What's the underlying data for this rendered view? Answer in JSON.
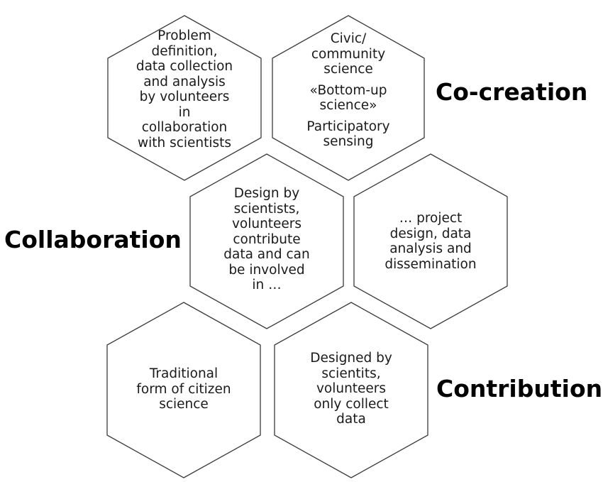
{
  "labels": {
    "co_creation": "Co-creation",
    "collaboration": "Collaboration",
    "contribution": "Contribution"
  },
  "hexagons": {
    "cocreation_definition": {
      "lines": [
        "Problem",
        "definition,",
        "data collection",
        "and analysis",
        "by volunteers",
        "in",
        "collaboration",
        "with scientists"
      ]
    },
    "cocreation_examples": {
      "line1": "Civic/",
      "line2": "community",
      "line3": "science",
      "line4": "«Bottom-up",
      "line5": "science»",
      "line6": "Participatory",
      "line7": "sensing"
    },
    "collaboration_definition": {
      "lines": [
        "Design by",
        "scientists,",
        "volunteers",
        "contribute",
        "data and can",
        "be involved",
        "in …"
      ]
    },
    "collaboration_continuation": {
      "lines": [
        "… project",
        "design, data",
        "analysis and",
        "dissemination"
      ]
    },
    "contribution_traditional": {
      "lines": [
        "Traditional",
        "form of citizen",
        "science"
      ]
    },
    "contribution_definition": {
      "lines": [
        "Designed by",
        "scientits,",
        "volunteers",
        "only collect",
        "data"
      ]
    }
  },
  "colors": {
    "hex_stroke": "#3a3a3a",
    "text": "#1a1a1a",
    "label": "#000000"
  }
}
